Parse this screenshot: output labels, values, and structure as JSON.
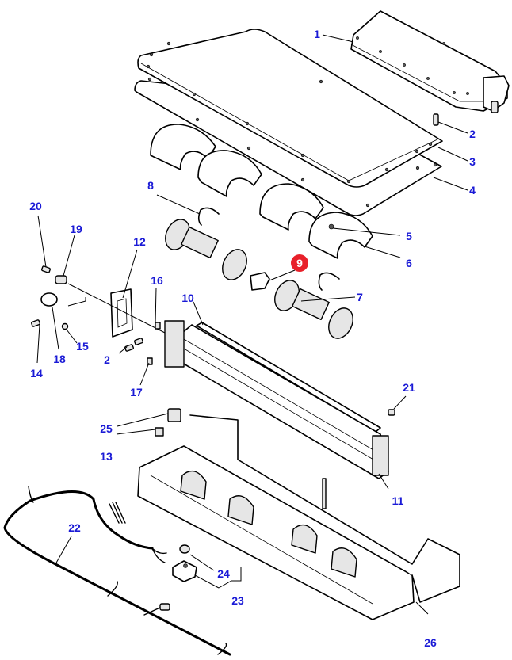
{
  "diagram": {
    "title": "Evaporator / blower housing assembly - exploded view",
    "highlight_color": "#e8202a",
    "callout_color": "#1a1ad6",
    "highlighted_part": "9",
    "callouts": [
      {
        "id": "c1",
        "label": "1",
        "part": "control-box"
      },
      {
        "id": "c2a",
        "label": "2",
        "part": "screw"
      },
      {
        "id": "c2b",
        "label": "2",
        "part": "screw"
      },
      {
        "id": "c3",
        "label": "3",
        "part": "top-cover"
      },
      {
        "id": "c4",
        "label": "4",
        "part": "cover-gasket"
      },
      {
        "id": "c5",
        "label": "5",
        "part": "nut"
      },
      {
        "id": "c6",
        "label": "6",
        "part": "blower-scroll-half"
      },
      {
        "id": "c7",
        "label": "7",
        "part": "blower-motor"
      },
      {
        "id": "c8",
        "label": "8",
        "part": "motor-clamp"
      },
      {
        "id": "c9",
        "label": "9",
        "part": "resistor",
        "highlighted": true
      },
      {
        "id": "c10",
        "label": "10",
        "part": "seal-strip"
      },
      {
        "id": "c11",
        "label": "11",
        "part": "evaporator-core"
      },
      {
        "id": "c12",
        "label": "12",
        "part": "gasket"
      },
      {
        "id": "c13",
        "label": "13",
        "part": "fuse"
      },
      {
        "id": "c14",
        "label": "14",
        "part": "bolt"
      },
      {
        "id": "c15",
        "label": "15",
        "part": "nut"
      },
      {
        "id": "c16",
        "label": "16",
        "part": "clip"
      },
      {
        "id": "c17",
        "label": "17",
        "part": "grommet"
      },
      {
        "id": "c18",
        "label": "18",
        "part": "expansion-valve"
      },
      {
        "id": "c19",
        "label": "19",
        "part": "o-ring-fitting"
      },
      {
        "id": "c20",
        "label": "20",
        "part": "screw"
      },
      {
        "id": "c21",
        "label": "21",
        "part": "plug"
      },
      {
        "id": "c22",
        "label": "22",
        "part": "wiring-harness"
      },
      {
        "id": "c23",
        "label": "23",
        "part": "thermostat-kit"
      },
      {
        "id": "c24",
        "label": "24",
        "part": "nut"
      },
      {
        "id": "c25",
        "label": "25",
        "part": "relay"
      },
      {
        "id": "c26",
        "label": "26",
        "part": "housing"
      }
    ]
  }
}
